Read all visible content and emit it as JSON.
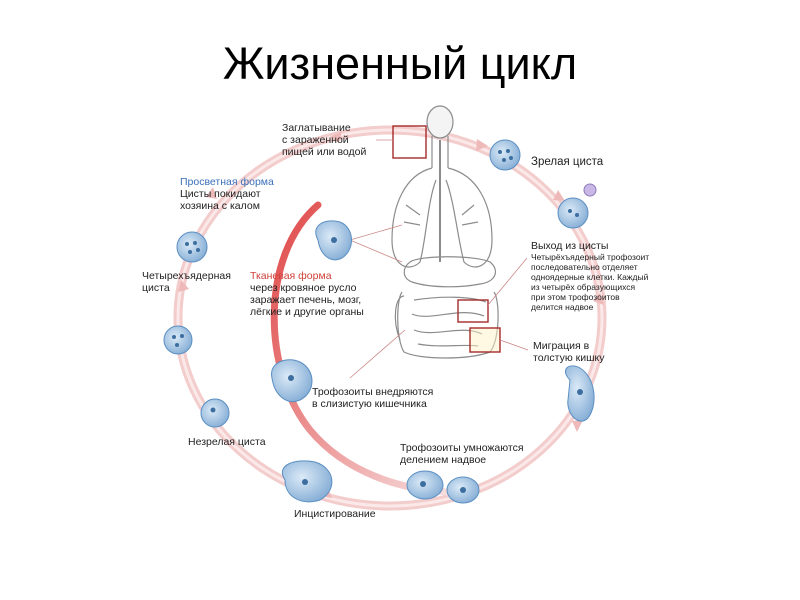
{
  "title": "Жизненный цикл",
  "labels": {
    "infection": [
      "Заглатывание",
      "с зараженной",
      "пищей или водой"
    ],
    "mature_cyst": "Зрелая циста",
    "lumen_form_title": "Просветная форма",
    "lumen_form_desc": [
      "Цисты покидают",
      "хозяина с калом"
    ],
    "excystation_title": "Выход из цисты",
    "excystation_desc": [
      "Четырёхъядерный трофозоит",
      "последовательно отделяет",
      "одноядерные клетки. Каждый",
      "из четырёх образующихся",
      "при этом трофозоитов",
      "делится надвое"
    ],
    "four_nucleus_cyst": [
      "Четырехъядерная",
      "циста"
    ],
    "tissue_form_title": "Тканевая форма",
    "tissue_form_desc": [
      "через кровяное русло",
      "заражает печень, мозг,",
      "лёгкие и другие органы"
    ],
    "migration": [
      "Миграция в",
      "толстую кишку"
    ],
    "trophozoite_invade": [
      "Трофозоиты внедряются",
      "в слизистую кишечника"
    ],
    "immature_cyst": "Незрелая циста",
    "trophozoite_divide": [
      "Трофозоиты умножаются",
      "делением надвое"
    ],
    "encystation": "Инцистирование"
  },
  "colors": {
    "cycle_ring": "#f2c6c6",
    "tissue_arrow": "#e05050",
    "cell_fill": "#a8c8e6",
    "cell_stroke": "#5b8fc2",
    "blue_text": "#3a6fb8",
    "red_text": "#d0423a",
    "box": "#b02020"
  }
}
